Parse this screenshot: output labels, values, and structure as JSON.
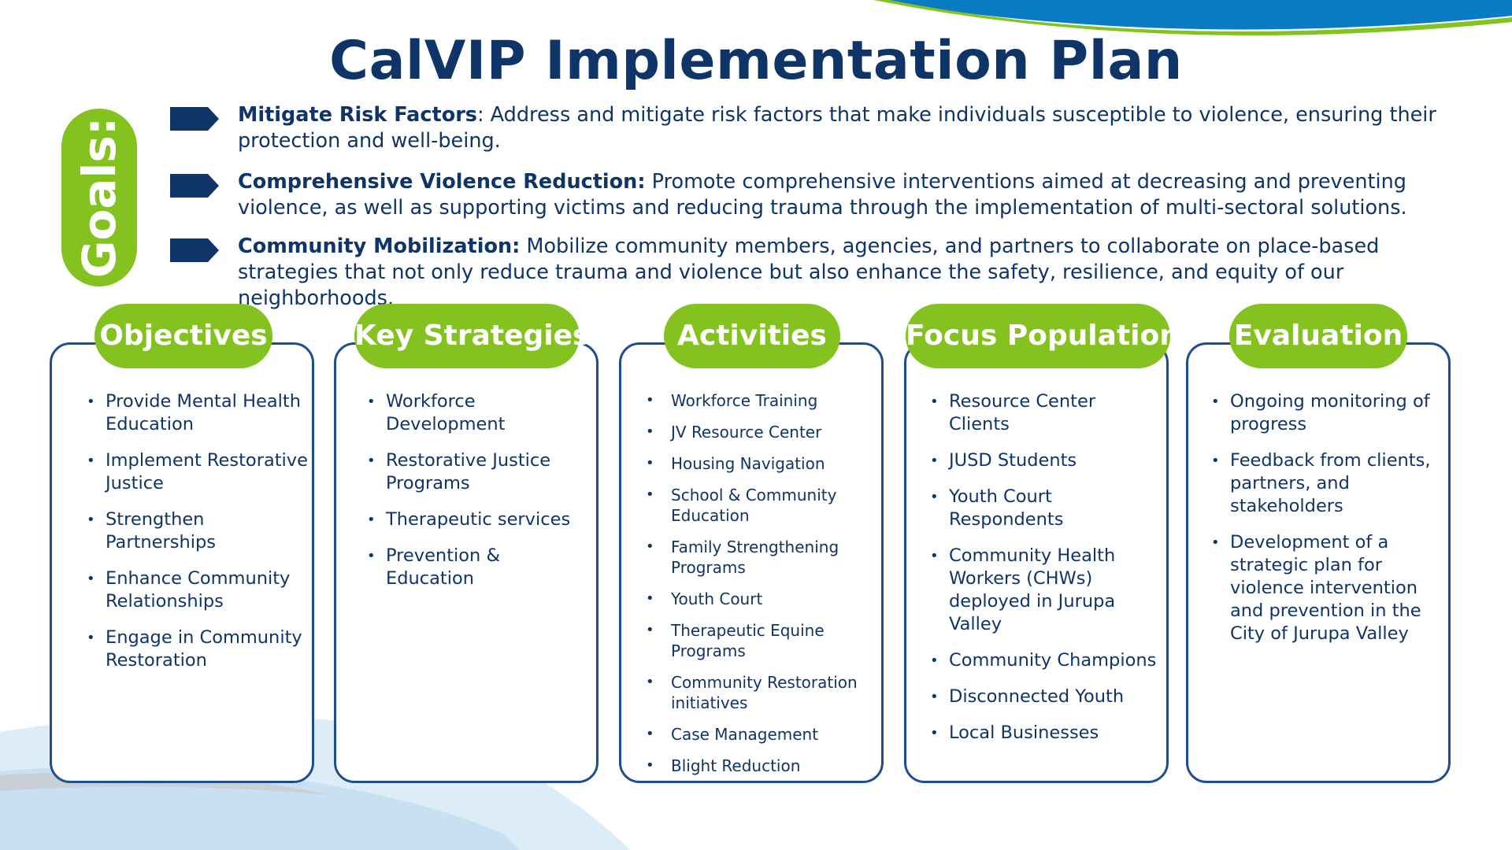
{
  "title": "CalVIP Implementation Plan",
  "goals_label": "Goals:",
  "goals": [
    {
      "title": "Mitigate Risk Factors",
      "text": ":  Address and mitigate risk factors that make individuals susceptible to violence, ensuring their protection and well-being."
    },
    {
      "title": "Comprehensive Violence Reduction:",
      "text": " Promote comprehensive interventions aimed at decreasing and preventing violence, as well as supporting victims and reducing trauma through the implementation of multi-sectoral solutions."
    },
    {
      "title": "Community Mobilization:",
      "text": " Mobilize community members, agencies, and partners to collaborate on place-based strategies that not only reduce trauma and violence but also enhance the safety, resilience, and equity of our neighborhoods."
    }
  ],
  "columns": [
    {
      "heading": "Objectives",
      "items": [
        "Provide Mental Health Education",
        "Implement Restorative Justice",
        "Strengthen Partnerships",
        "Enhance Community Relationships",
        "Engage in Community Restoration"
      ]
    },
    {
      "heading": "Key Strategies",
      "items": [
        "Workforce Development",
        "Restorative Justice Programs",
        "Therapeutic services",
        "Prevention & Education"
      ]
    },
    {
      "heading": "Activities",
      "items": [
        "Workforce Training",
        "JV Resource Center",
        "Housing Navigation",
        "School & Community Education",
        "Family Strengthening Programs",
        "Youth Court",
        "Therapeutic Equine Programs",
        "Community Restoration initiatives",
        "Case Management",
        "Blight Reduction"
      ]
    },
    {
      "heading": "Focus Population",
      "items": [
        "Resource Center Clients",
        "JUSD Students",
        "Youth Court Respondents",
        "Community Health Workers (CHWs) deployed in Jurupa Valley",
        "Community Champions",
        "Disconnected Youth",
        "Local Businesses"
      ]
    },
    {
      "heading": "Evaluation",
      "items": [
        "Ongoing monitoring of progress",
        "Feedback from clients, partners, and stakeholders",
        "Development of a strategic plan for violence intervention and prevention in the City of Jurupa Valley"
      ]
    }
  ],
  "colors": {
    "navy": "#0f3468",
    "green": "#84c21f",
    "border": "#1d4e8f",
    "wave_blue": "#0a7cc4"
  }
}
